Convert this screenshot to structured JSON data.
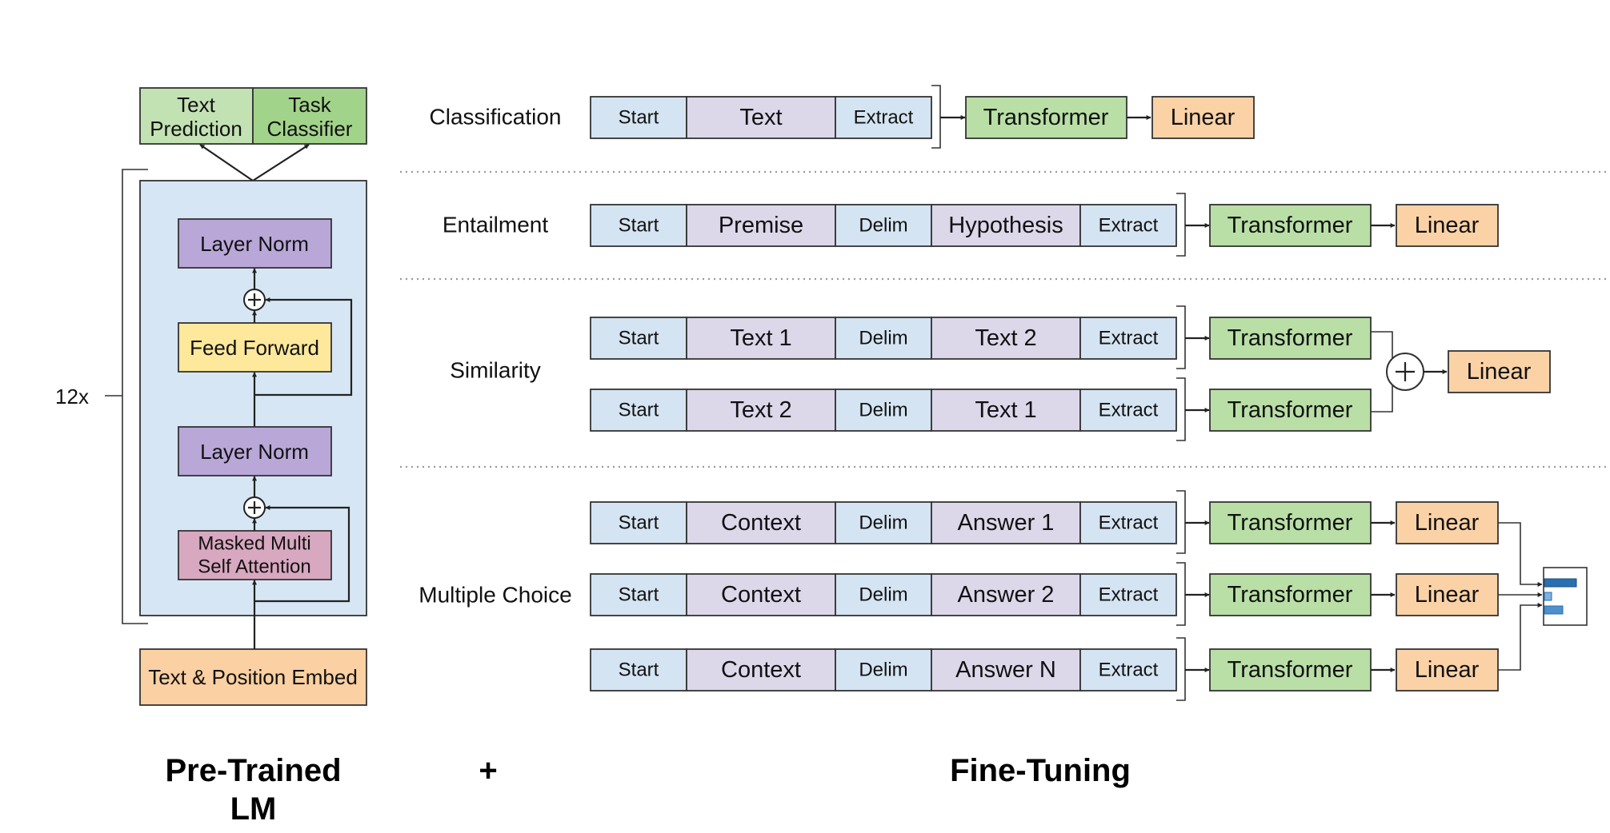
{
  "pretrained": {
    "heads": [
      {
        "line1": "Text",
        "line2": "Prediction"
      },
      {
        "line1": "Task",
        "line2": "Classifier"
      }
    ],
    "repeat_label": "12x",
    "layer_norm": "Layer Norm",
    "feed_forward": "Feed Forward",
    "attention_line1": "Masked Multi",
    "attention_line2": "Self Attention",
    "embed": "Text & Position Embed"
  },
  "tasks": {
    "classification": "Classification",
    "entailment": "Entailment",
    "similarity": "Similarity",
    "multiple_choice": "Multiple Choice"
  },
  "tokens": {
    "start": "Start",
    "extract": "Extract",
    "delim": "Delim",
    "text": "Text",
    "premise": "Premise",
    "hypothesis": "Hypothesis",
    "text1": "Text 1",
    "text2": "Text 2",
    "context": "Context",
    "answer1": "Answer 1",
    "answer2": "Answer 2",
    "answerN": "Answer N"
  },
  "blocks": {
    "transformer": "Transformer",
    "linear": "Linear"
  },
  "footer": {
    "pretrained_line1": "Pre-Trained",
    "pretrained_line2": "LM",
    "plus": "+",
    "finetuning": "Fine-Tuning"
  },
  "colors": {
    "token_blue": "#d5e4f2",
    "token_purple": "#ddd7ea",
    "transformer_green": "#b9dfa6",
    "linear_orange": "#fbd2a6",
    "head_light_green": "#c3e2b3",
    "head_green": "#a2d38a",
    "layer_norm_purple": "#b9a7d8",
    "feed_forward_yellow": "#fde89c",
    "attention_pink": "#d8a8c0",
    "embed_orange": "#fbd0a2",
    "stack_blue": "#d6e6f4"
  }
}
